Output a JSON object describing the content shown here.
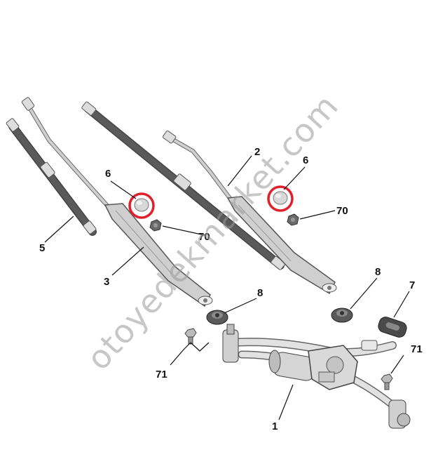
{
  "diagram": {
    "callouts": {
      "c1": "1",
      "c2": "2",
      "c3": "3",
      "c5": "5",
      "c6a": "6",
      "c6b": "6",
      "c7": "7",
      "c8a": "8",
      "c8b": "8",
      "c70a": "70",
      "c70b": "70",
      "c71a": "71",
      "c71b": "71"
    },
    "watermark": "otoyedekmarket.com",
    "colors": {
      "highlight_circle": "#e0202a",
      "blade_dark": "#555555",
      "arm_grey": "#c8c8c8",
      "outline": "#444444"
    }
  }
}
